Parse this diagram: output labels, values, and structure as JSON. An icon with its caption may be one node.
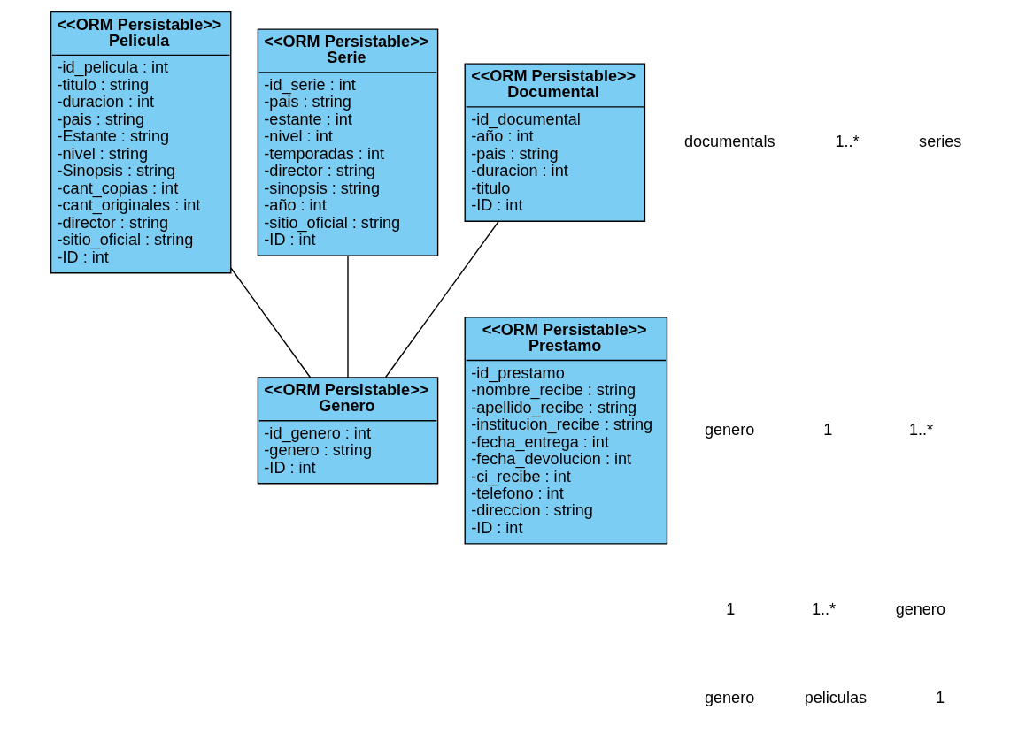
{
  "diagram": {
    "nodes": [
      {
        "text": [
          "<<ORM Persistable>>",
          "Pelicula",
          "-id_pelicula : int",
          "-titulo : string",
          "-duracion : int",
          "-pais : string",
          "-Estante : string",
          "-nivel : string",
          "-Sinopsis : string",
          "-cant_copias : int",
          "-cant_originales : int",
          "-director : string",
          "-sitio_oficial : string",
          "-ID : int"
        ]
      },
      {
        "text": [
          "<<ORM Persistable>>",
          "Serie",
          "-id_serie : int",
          "-pais : string",
          "-estante : int",
          "-nivel : int",
          "-temporadas : int",
          "-director : string",
          "-sinopsis : string",
          "-año : int",
          "-sitio_oficial : string",
          "-ID : int"
        ]
      },
      {
        "text": [
          "<<ORM Persistable>>",
          "Documental",
          "-id_documental",
          "-año : int",
          "-pais : string",
          "-duracion : int",
          "-titulo",
          "-ID : int"
        ]
      },
      {
        "text": [
          "<<ORM Persistable>>",
          "Genero",
          "-id_genero : int",
          "-genero : string",
          "-ID : int"
        ]
      },
      {
        "text": [
          "<<ORM Persistable>>",
          "Prestamo",
          "-id_prestamo",
          "-nombre_recibe : string",
          "-apellido_recibe : string",
          "-institucion_recibe : string",
          "-fecha_entrega : int",
          "-fecha_devolucion : int",
          "-ci_recibe : int",
          "-telefono : int",
          "-direccion : string",
          "-ID : int"
        ]
      }
    ],
    "edges": [
      {
        "from": 0,
        "to": 3,
        "arrow": "none"
      },
      {
        "from": 1,
        "to": 3,
        "arrow": "none"
      },
      {
        "from": 2,
        "to": 3,
        "arrow": "none"
      }
    ],
    "labels": [
      "documentals",
      "1..*",
      "series",
      "genero",
      "1",
      "1..*",
      "1",
      "1..*",
      "genero",
      "genero",
      "peliculas",
      "1"
    ]
  }
}
